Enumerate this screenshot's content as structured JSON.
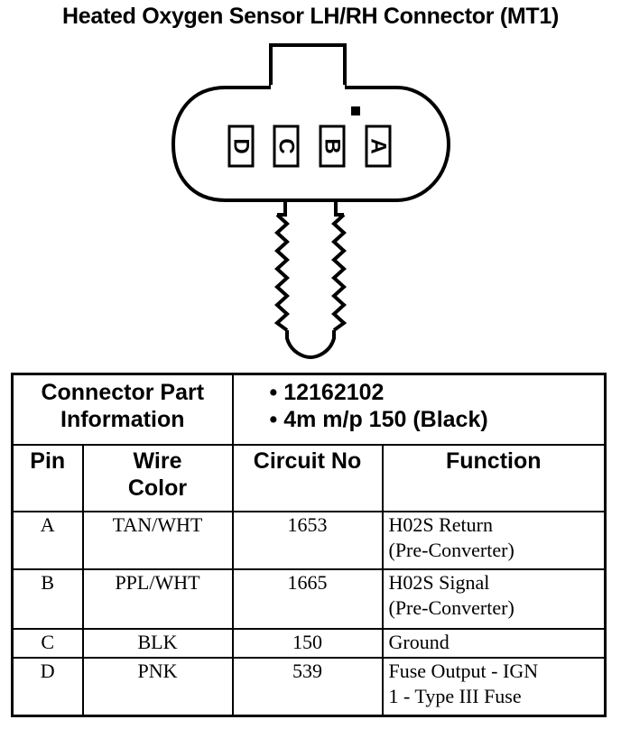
{
  "title": "Heated Oxygen Sensor LH/RH Connector (MT1)",
  "connector": {
    "pins": [
      "D",
      "C",
      "B",
      "A"
    ]
  },
  "table": {
    "part_info_label": [
      "Connector Part",
      "Information"
    ],
    "part_numbers": [
      "• 12162102",
      "• 4m m/p 150 (Black)"
    ],
    "headers": {
      "pin": "Pin",
      "wire_color": [
        "Wire",
        "Color"
      ],
      "circuit_no": "Circuit No",
      "function": "Function"
    },
    "rows": [
      {
        "pin": "A",
        "wire": "TAN/WHT",
        "circuit": "1653",
        "function": [
          "H02S Return",
          "(Pre-Converter)"
        ]
      },
      {
        "pin": "B",
        "wire": "PPL/WHT",
        "circuit": "1665",
        "function": [
          "H02S Signal",
          "(Pre-Converter)"
        ]
      },
      {
        "pin": "C",
        "wire": "BLK",
        "circuit": "150",
        "function": [
          "Ground"
        ]
      },
      {
        "pin": "D",
        "wire": "PNK",
        "circuit": "539",
        "function": [
          "Fuse Output - IGN",
          "1 - Type III Fuse"
        ]
      }
    ]
  }
}
